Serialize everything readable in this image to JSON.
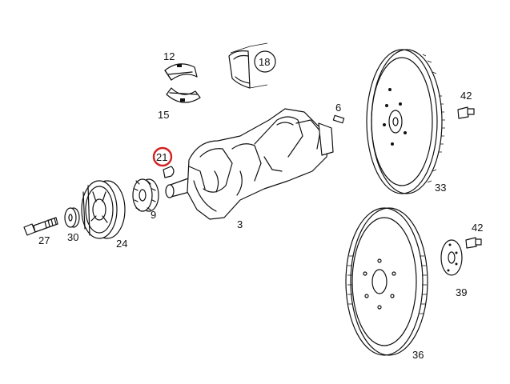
{
  "diagram": {
    "highlight_color": "#d42020",
    "highlighted_part": "21",
    "part_labels": {
      "p12": "12",
      "p15": "15",
      "p18": "18",
      "p6": "6",
      "p21": "21",
      "p9": "9",
      "p3": "3",
      "p24": "24",
      "p27": "27",
      "p30": "30",
      "p33": "33",
      "p36": "36",
      "p39": "39",
      "p42a": "42",
      "p42b": "42"
    }
  }
}
